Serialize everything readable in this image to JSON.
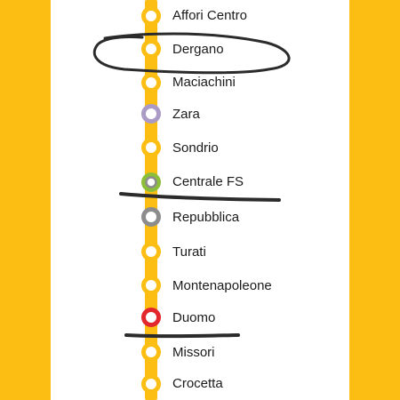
{
  "line_color": "#FDBE14",
  "stations": [
    {
      "name": "Affori Centro",
      "ring_color": "#FDBE14"
    },
    {
      "name": "Dergano",
      "ring_color": "#FDBE14"
    },
    {
      "name": "Maciachini",
      "ring_color": "#FDBE14"
    },
    {
      "name": "Zara",
      "ring_color": "#A99BC6"
    },
    {
      "name": "Sondrio",
      "ring_color": "#FDBE14"
    },
    {
      "name": "Centrale FS",
      "ring_color": "#8DBE3A",
      "inner_ring_color": "#8C8C8C"
    },
    {
      "name": "Repubblica",
      "ring_color": "#8C8C8C"
    },
    {
      "name": "Turati",
      "ring_color": "#FDBE14"
    },
    {
      "name": "Montenapoleone",
      "ring_color": "#FDBE14"
    },
    {
      "name": "Duomo",
      "ring_color": "#E2282D"
    },
    {
      "name": "Missori",
      "ring_color": "#FDBE14"
    },
    {
      "name": "Crocetta",
      "ring_color": "#FDBE14"
    }
  ],
  "annotations": {
    "ink_color": "#2b2b2b",
    "circled_station": "Dergano",
    "marks_below": [
      "Centrale FS",
      "Duomo"
    ]
  }
}
